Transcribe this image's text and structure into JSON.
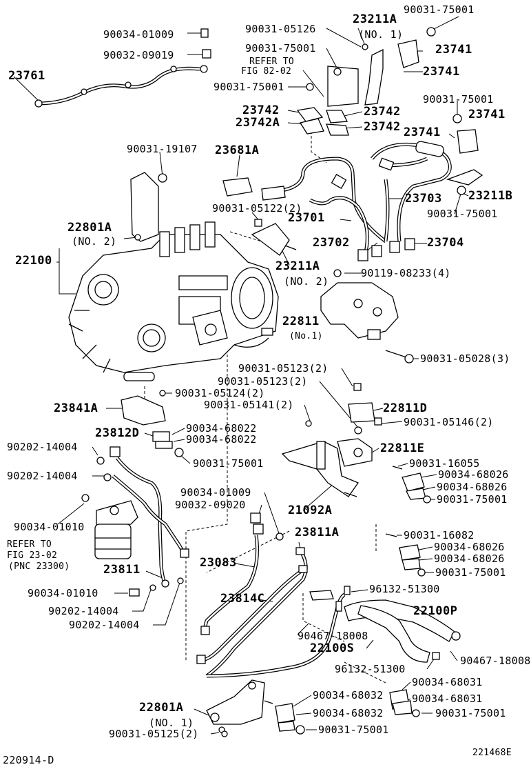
{
  "labels": [
    {
      "id": "l1",
      "text": "90031-75001"
    },
    {
      "id": "l2",
      "text": "23211A"
    },
    {
      "id": "l3",
      "text": "(NO. 1)"
    },
    {
      "id": "l4",
      "text": "90031-05126"
    },
    {
      "id": "l5",
      "text": "90034-01009"
    },
    {
      "id": "l6",
      "text": "90032-09019"
    },
    {
      "id": "l7",
      "text": "23741"
    },
    {
      "id": "l8",
      "text": "23741"
    },
    {
      "id": "l9",
      "text": "90031-75001"
    },
    {
      "id": "l10",
      "text": "REFER TO"
    },
    {
      "id": "l11",
      "text": "FIG 82-02"
    },
    {
      "id": "l12",
      "text": "23761"
    },
    {
      "id": "l13",
      "text": "90031-75001"
    },
    {
      "id": "l14",
      "text": "90031-75001"
    },
    {
      "id": "l15",
      "text": "23741"
    },
    {
      "id": "l16",
      "text": "23742"
    },
    {
      "id": "l17",
      "text": "23742"
    },
    {
      "id": "l18",
      "text": "23742A"
    },
    {
      "id": "l19",
      "text": "23742"
    },
    {
      "id": "l20",
      "text": "23741"
    },
    {
      "id": "l21",
      "text": "90031-19107"
    },
    {
      "id": "l22",
      "text": "23681A"
    },
    {
      "id": "l23",
      "text": "23703"
    },
    {
      "id": "l24",
      "text": "23211B"
    },
    {
      "id": "l25",
      "text": "90031-05122(2)"
    },
    {
      "id": "l26",
      "text": "90031-75001"
    },
    {
      "id": "l27",
      "text": "23701"
    },
    {
      "id": "l28",
      "text": "22801A"
    },
    {
      "id": "l29",
      "text": "(NO. 2)"
    },
    {
      "id": "l30",
      "text": "23702"
    },
    {
      "id": "l31",
      "text": "23704"
    },
    {
      "id": "l32",
      "text": "22100"
    },
    {
      "id": "l33",
      "text": "23211A"
    },
    {
      "id": "l34",
      "text": "(NO. 2)"
    },
    {
      "id": "l35",
      "text": "90119-08233(4)"
    },
    {
      "id": "l36",
      "text": "22811"
    },
    {
      "id": "l37",
      "text": "(No.1)"
    },
    {
      "id": "l38",
      "text": "90031-05028(3)"
    },
    {
      "id": "l39",
      "text": "90031-05123(2)"
    },
    {
      "id": "l40",
      "text": "90031-05123(2)"
    },
    {
      "id": "l41",
      "text": "90031-05124(2)"
    },
    {
      "id": "l42",
      "text": "90031-05141(2)"
    },
    {
      "id": "l43",
      "text": "23841A"
    },
    {
      "id": "l44",
      "text": "22811D"
    },
    {
      "id": "l45",
      "text": "90031-05146(2)"
    },
    {
      "id": "l46",
      "text": "90034-68022"
    },
    {
      "id": "l47",
      "text": "23812D"
    },
    {
      "id": "l48",
      "text": "90034-68022"
    },
    {
      "id": "l49",
      "text": "90202-14004"
    },
    {
      "id": "l50",
      "text": "22811E"
    },
    {
      "id": "l51",
      "text": "90031-75001"
    },
    {
      "id": "l52",
      "text": "90031-16055"
    },
    {
      "id": "l53",
      "text": "90202-14004"
    },
    {
      "id": "l54",
      "text": "90034-68026"
    },
    {
      "id": "l55",
      "text": "90034-68026"
    },
    {
      "id": "l56",
      "text": "90034-01009"
    },
    {
      "id": "l57",
      "text": "90031-75001"
    },
    {
      "id": "l58",
      "text": "90032-09020"
    },
    {
      "id": "l59",
      "text": "21092A"
    },
    {
      "id": "l60",
      "text": "90034-01010"
    },
    {
      "id": "l61",
      "text": "23811A"
    },
    {
      "id": "l62",
      "text": "90031-16082"
    },
    {
      "id": "l63",
      "text": "REFER TO"
    },
    {
      "id": "l64",
      "text": "FIG 23-02"
    },
    {
      "id": "l65",
      "text": "(PNC 23300)"
    },
    {
      "id": "l66",
      "text": "90034-68026"
    },
    {
      "id": "l67",
      "text": "90034-68026"
    },
    {
      "id": "l68",
      "text": "23083"
    },
    {
      "id": "l69",
      "text": "23811"
    },
    {
      "id": "l70",
      "text": "90031-75001"
    },
    {
      "id": "l71",
      "text": "96132-51300"
    },
    {
      "id": "l72",
      "text": "90034-01010"
    },
    {
      "id": "l73",
      "text": "23814C"
    },
    {
      "id": "l74",
      "text": "90202-14004"
    },
    {
      "id": "l75",
      "text": "22100P"
    },
    {
      "id": "l76",
      "text": "90202-14004"
    },
    {
      "id": "l77",
      "text": "90467-18008"
    },
    {
      "id": "l78",
      "text": "22100S"
    },
    {
      "id": "l79",
      "text": "90467-18008"
    },
    {
      "id": "l80",
      "text": "96132-51300"
    },
    {
      "id": "l81",
      "text": "90034-68031"
    },
    {
      "id": "l82",
      "text": "90034-68032"
    },
    {
      "id": "l83",
      "text": "90034-68031"
    },
    {
      "id": "l84",
      "text": "22801A"
    },
    {
      "id": "l85",
      "text": "90034-68032"
    },
    {
      "id": "l86",
      "text": "90031-75001"
    },
    {
      "id": "l87",
      "text": "(NO. 1)"
    },
    {
      "id": "l88",
      "text": "90031-75001"
    },
    {
      "id": "l89",
      "text": "90031-05125(2)"
    },
    {
      "id": "l90",
      "text": "220914-D"
    },
    {
      "id": "l91",
      "text": "221468E"
    }
  ]
}
